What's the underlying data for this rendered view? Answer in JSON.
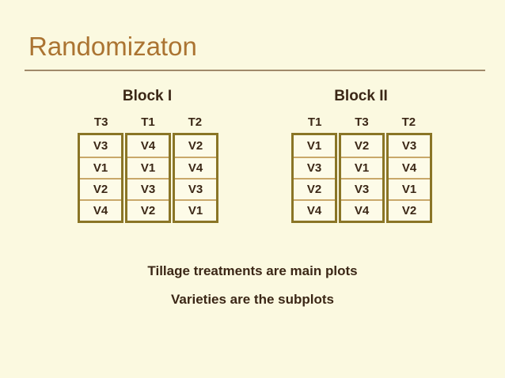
{
  "slide": {
    "title": "Randomizaton",
    "background_color": "#fbf9e0",
    "title_color": "#ab7432",
    "text_color": "#3b2716",
    "border_color": "#8a7526",
    "separator_color": "#c9a86a"
  },
  "blocks": [
    {
      "name": "block-1",
      "title": "Block I",
      "columns": [
        {
          "header": "T3",
          "cells": [
            "V3",
            "V1",
            "V2",
            "V4"
          ]
        },
        {
          "header": "T1",
          "cells": [
            "V4",
            "V1",
            "V3",
            "V2"
          ]
        },
        {
          "header": "T2",
          "cells": [
            "V2",
            "V4",
            "V3",
            "V1"
          ]
        }
      ]
    },
    {
      "name": "block-2",
      "title": "Block II",
      "columns": [
        {
          "header": "T1",
          "cells": [
            "V1",
            "V3",
            "V2",
            "V4"
          ]
        },
        {
          "header": "T3",
          "cells": [
            "V2",
            "V1",
            "V3",
            "V4"
          ]
        },
        {
          "header": "T2",
          "cells": [
            "V3",
            "V4",
            "V1",
            "V2"
          ]
        }
      ]
    }
  ],
  "captions": [
    "Tillage treatments are main plots",
    "Varieties are the subplots"
  ]
}
